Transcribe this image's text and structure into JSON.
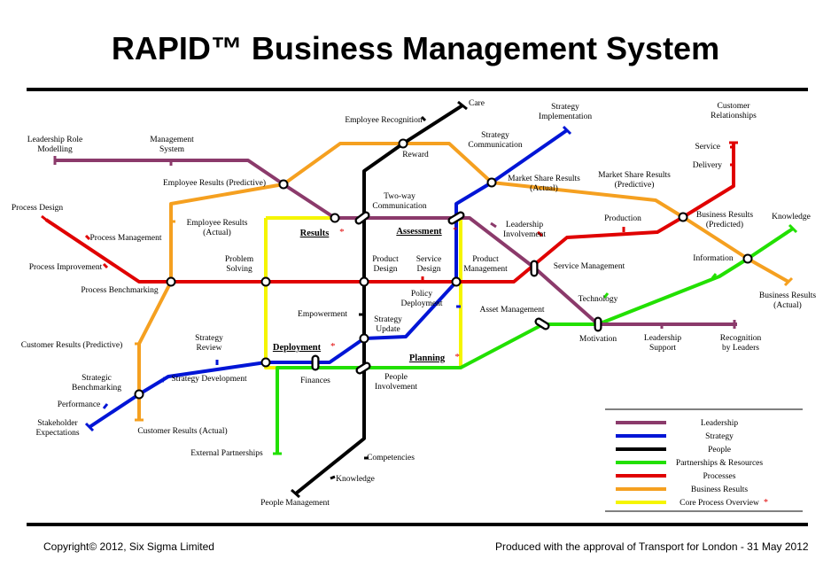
{
  "title": "RAPID™ Business Management System",
  "footer": {
    "copyright": "Copyright© 2012,  Six Sigma Limited",
    "approval": "Produced with the approval  of Transport for London  - 31 May 2012"
  },
  "colors": {
    "leadership": "#8b3a6b",
    "strategy": "#0015d6",
    "people": "#000000",
    "partnerships": "#22e000",
    "processes": "#e00000",
    "business_results": "#f5a020",
    "core_process": "#f5f500",
    "asterisk": "#e00000"
  },
  "legend": [
    {
      "key": "leadership",
      "label": "Leadership"
    },
    {
      "key": "strategy",
      "label": "Strategy"
    },
    {
      "key": "people",
      "label": "People"
    },
    {
      "key": "partnerships",
      "label": "Partnerships & Resources"
    },
    {
      "key": "processes",
      "label": "Processes"
    },
    {
      "key": "business_results",
      "label": "Business Results"
    },
    {
      "key": "core_process",
      "label": "Core Process Overview"
    }
  ],
  "labels": [
    {
      "id": "care",
      "text": [
        "Care"
      ]
    },
    {
      "id": "employee-recognition",
      "text": [
        "Employee Recognition"
      ]
    },
    {
      "id": "strategy-implementation",
      "text": [
        "Strategy",
        "Implementation"
      ]
    },
    {
      "id": "customer-relationships",
      "text": [
        "Customer",
        "Relationships"
      ]
    },
    {
      "id": "leadership-role-modelling",
      "text": [
        "Leadership Role",
        "Modelling"
      ]
    },
    {
      "id": "management-system",
      "text": [
        "Management",
        "System"
      ]
    },
    {
      "id": "strategy-communication",
      "text": [
        "Strategy",
        "Communication"
      ]
    },
    {
      "id": "reward",
      "text": [
        "Reward"
      ]
    },
    {
      "id": "service",
      "text": [
        "Service"
      ]
    },
    {
      "id": "delivery",
      "text": [
        "Delivery"
      ]
    },
    {
      "id": "market-share-actual",
      "text": [
        "Market Share Results",
        "(Actual)"
      ]
    },
    {
      "id": "market-share-predictive",
      "text": [
        "Market Share Results",
        "(Predictive)"
      ]
    },
    {
      "id": "employee-results-predictive",
      "text": [
        "Employee Results (Predictive)"
      ]
    },
    {
      "id": "process-design",
      "text": [
        "Process Design"
      ]
    },
    {
      "id": "two-way-communication",
      "text": [
        "Two-way",
        "Communication"
      ]
    },
    {
      "id": "leadership-involvement",
      "text": [
        "Leadership",
        "Involvement"
      ]
    },
    {
      "id": "business-results-predicted",
      "text": [
        "Business Results",
        "(Predicted)"
      ]
    },
    {
      "id": "knowledge-right",
      "text": [
        "Knowledge"
      ]
    },
    {
      "id": "employee-results-actual",
      "text": [
        "Employee Results",
        "(Actual)"
      ]
    },
    {
      "id": "production",
      "text": [
        "Production"
      ]
    },
    {
      "id": "process-management",
      "text": [
        "Process Management"
      ]
    },
    {
      "id": "problem-solving",
      "text": [
        "Problem",
        "Solving"
      ]
    },
    {
      "id": "product-design",
      "text": [
        "Product",
        "Design"
      ]
    },
    {
      "id": "service-design",
      "text": [
        "Service",
        "Design"
      ]
    },
    {
      "id": "product-management",
      "text": [
        "Product",
        "Management"
      ]
    },
    {
      "id": "service-management",
      "text": [
        "Service Management"
      ]
    },
    {
      "id": "information",
      "text": [
        "Information"
      ]
    },
    {
      "id": "process-improvement",
      "text": [
        "Process Improvement"
      ]
    },
    {
      "id": "process-benchmarking",
      "text": [
        "Process Benchmarking"
      ]
    },
    {
      "id": "policy-deployment",
      "text": [
        "Policy",
        "Deployment"
      ]
    },
    {
      "id": "technology",
      "text": [
        "Technology"
      ]
    },
    {
      "id": "business-results-actual",
      "text": [
        "Business Results",
        "(Actual)"
      ]
    },
    {
      "id": "empowerment",
      "text": [
        "Empowerment"
      ]
    },
    {
      "id": "asset-management",
      "text": [
        "Asset Management"
      ]
    },
    {
      "id": "strategy-update",
      "text": [
        "Strategy",
        "Update"
      ]
    },
    {
      "id": "customer-results-predictive",
      "text": [
        "Customer Results (Predictive)"
      ]
    },
    {
      "id": "strategy-review",
      "text": [
        "Strategy",
        "Review"
      ]
    },
    {
      "id": "motivation",
      "text": [
        "Motivation"
      ]
    },
    {
      "id": "leadership-support",
      "text": [
        "Leadership",
        "Support"
      ]
    },
    {
      "id": "recognition-by-leaders",
      "text": [
        "Recognition",
        "by Leaders"
      ]
    },
    {
      "id": "strategic-benchmarking",
      "text": [
        "Strategic",
        "Benchmarking"
      ]
    },
    {
      "id": "strategy-development",
      "text": [
        "Strategy Development"
      ]
    },
    {
      "id": "finances",
      "text": [
        "Finances"
      ]
    },
    {
      "id": "people-involvement",
      "text": [
        "People",
        "Involvement"
      ]
    },
    {
      "id": "performance",
      "text": [
        "Performance"
      ]
    },
    {
      "id": "stakeholder-expectations",
      "text": [
        "Stakeholder",
        "Expectations"
      ]
    },
    {
      "id": "customer-results-actual",
      "text": [
        "Customer Results (Actual)"
      ]
    },
    {
      "id": "external-partnerships",
      "text": [
        "External Partnerships"
      ]
    },
    {
      "id": "competencies",
      "text": [
        "Competencies"
      ]
    },
    {
      "id": "knowledge-bottom",
      "text": [
        "Knowledge"
      ]
    },
    {
      "id": "people-management",
      "text": [
        "People Management"
      ]
    }
  ],
  "core_labels": [
    {
      "id": "results",
      "text": "Results"
    },
    {
      "id": "assessment",
      "text": "Assessment"
    },
    {
      "id": "deployment",
      "text": "Deployment"
    },
    {
      "id": "planning",
      "text": "Planning"
    }
  ]
}
